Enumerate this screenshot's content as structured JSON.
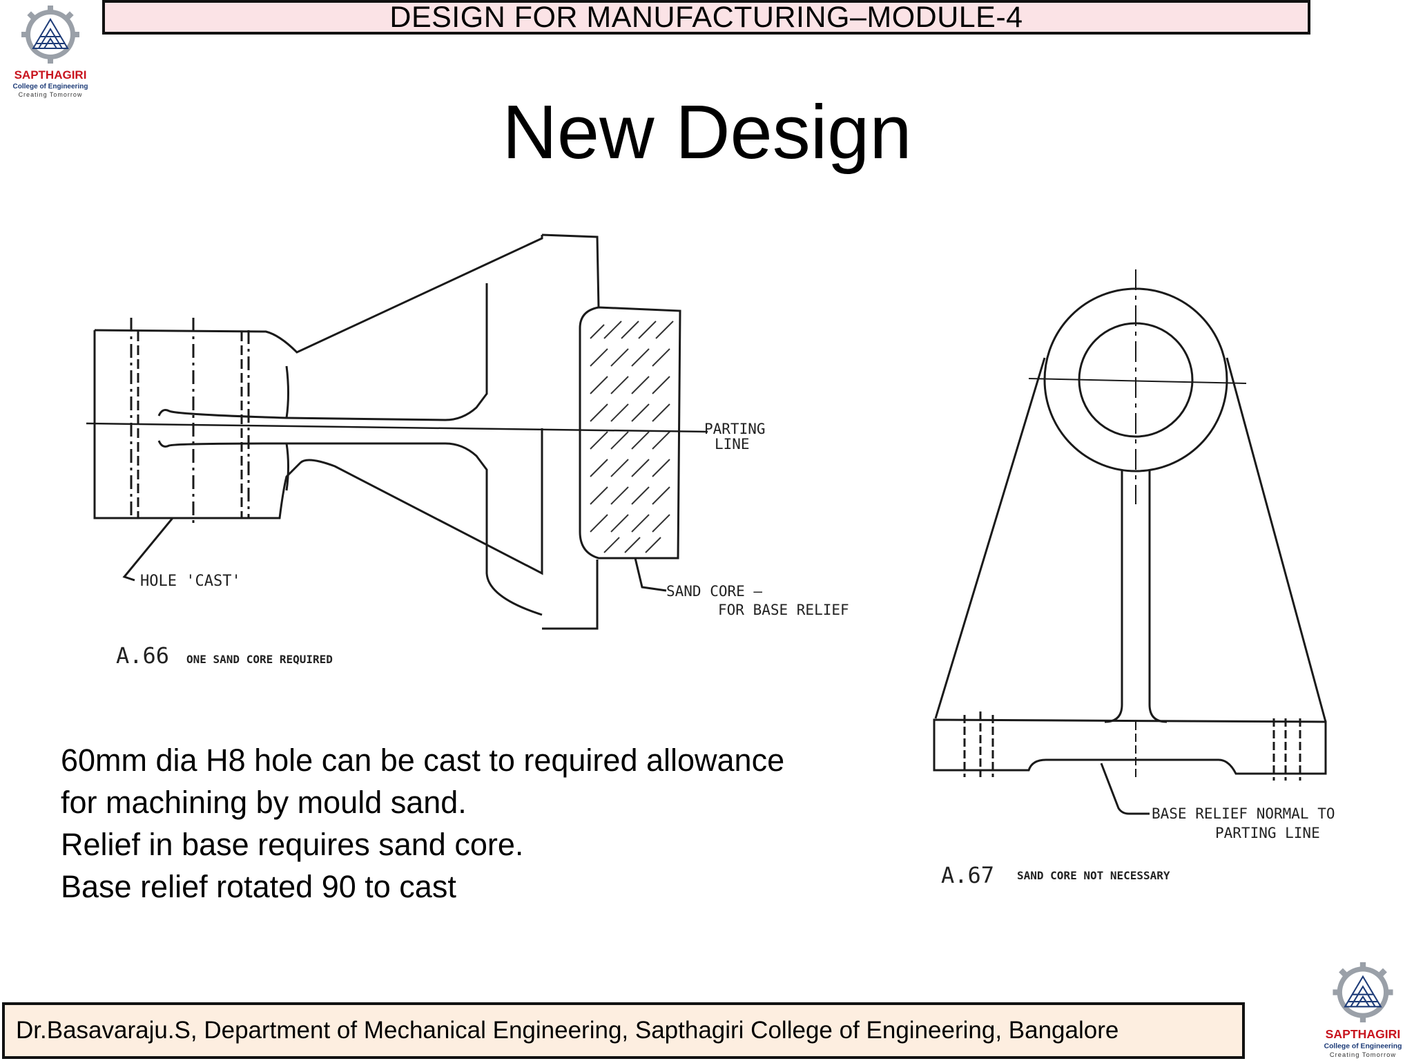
{
  "header": {
    "module_title": "DESIGN FOR MANUFACTURING–MODULE-4"
  },
  "logo": {
    "name": "SAPTHAGIRI",
    "subtitle": "College of Engineering",
    "tagline": "Creating Tomorrow"
  },
  "slide": {
    "title": "New Design"
  },
  "figure_left": {
    "parting_line_label_1": "PARTING",
    "parting_line_label_2": "LINE",
    "hole_label": "HOLE 'CAST'",
    "sand_core_label_1": "SAND CORE –",
    "sand_core_label_2": "FOR BASE RELIEF",
    "figure_number": "A.66",
    "caption": "ONE SAND CORE REQUIRED"
  },
  "figure_right": {
    "base_relief_label_1": "BASE RELIEF NORMAL TO",
    "base_relief_label_2": "PARTING LINE",
    "figure_number": "A.67",
    "caption": "SAND CORE NOT NECESSARY"
  },
  "body": {
    "lines": [
      "60mm dia H8 hole can be cast to required allowance",
      "for machining by mould sand.",
      "Relief in base requires sand core.",
      "Base relief rotated 90 to cast"
    ]
  },
  "footer": {
    "text": "Dr.Basavaraju.S, Department of Mechanical Engineering, Sapthagiri College of Engineering, Bangalore"
  },
  "colors": {
    "header_bg": "#fbe3e6",
    "footer_bg": "#fdeee0",
    "logo_red": "#c8141e",
    "logo_blue": "#1e3c78",
    "logo_gray": "#8a8f98"
  }
}
